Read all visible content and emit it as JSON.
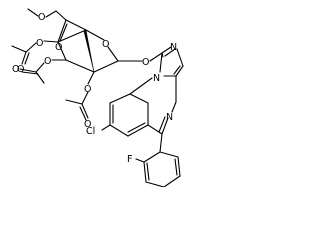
{
  "molecule": {
    "atom_labels": {
      "ester_o_top": "O",
      "ester_o_carbonyl": "O",
      "ring_o": "O",
      "glyco_o": "O",
      "acetyl_o3_link": "O",
      "acetyl_o3_carbonyl": "O",
      "acetyl_o2_link": "O",
      "acetyl_o2_carbonyl": "O",
      "acetyl_o4_link": "O",
      "acetyl_o4_carbonyl": "O",
      "imidazole_n_top": "N",
      "imidazole_n_bridge": "N",
      "azepine_n": "N",
      "chlorine": "Cl",
      "fluorine": "F"
    }
  }
}
